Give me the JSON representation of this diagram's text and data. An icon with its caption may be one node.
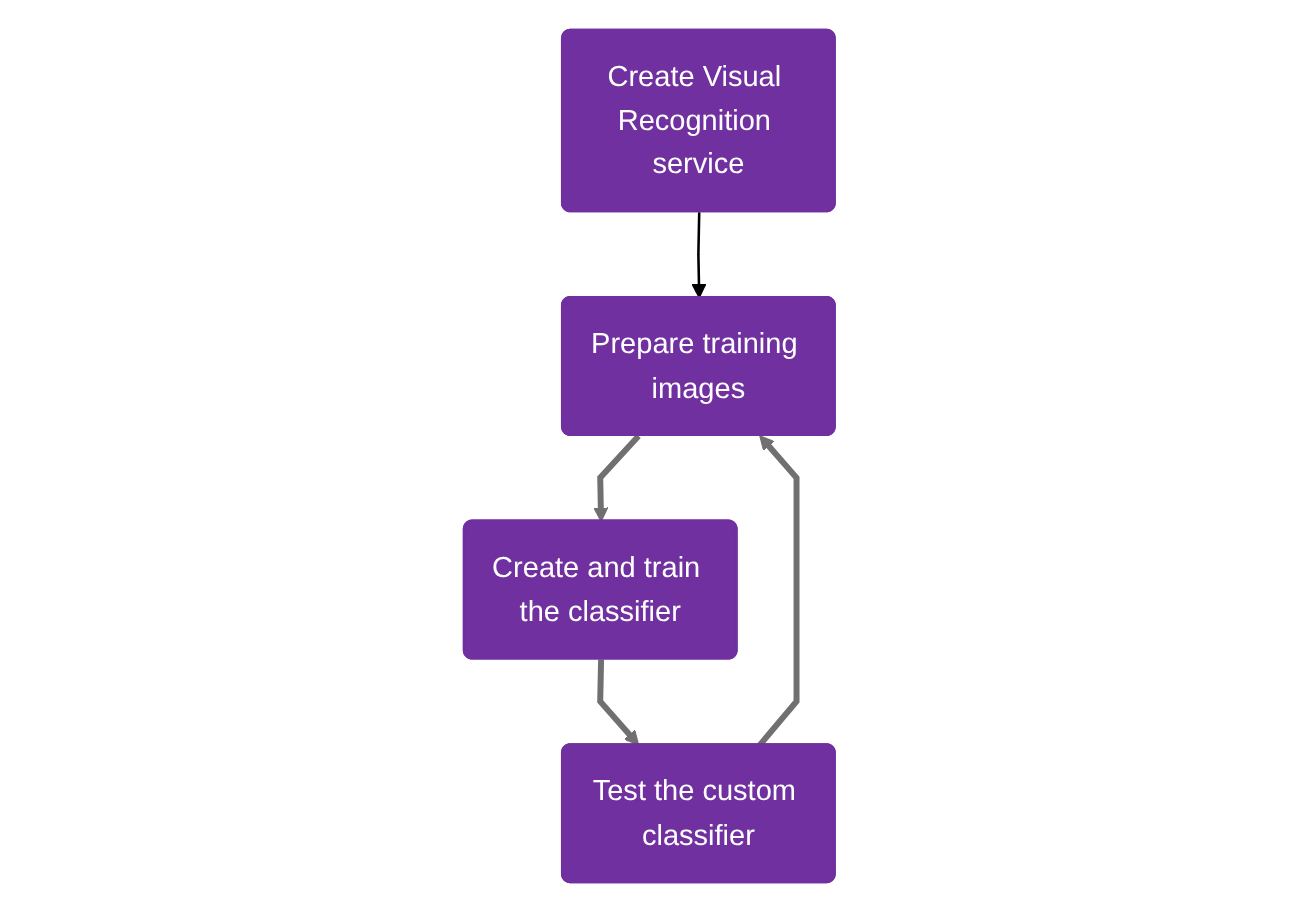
{
  "diagram": {
    "nodes": [
      {
        "text": [
          "Create Visual Recognition service"
        ]
      },
      {
        "text": [
          "Prepare training images"
        ]
      },
      {
        "text": [
          "Create and train the classifier"
        ]
      },
      {
        "text": [
          "Test the custom classifier"
        ]
      }
    ],
    "edges": [
      {
        "from": 0,
        "to": 1,
        "arrow": "to",
        "color": "#000000"
      },
      {
        "from": 1,
        "to": 2,
        "arrow": "to"
      },
      {
        "from": 2,
        "to": 3,
        "arrow": "to"
      },
      {
        "from": 3,
        "to": 1,
        "arrow": "to"
      }
    ]
  }
}
